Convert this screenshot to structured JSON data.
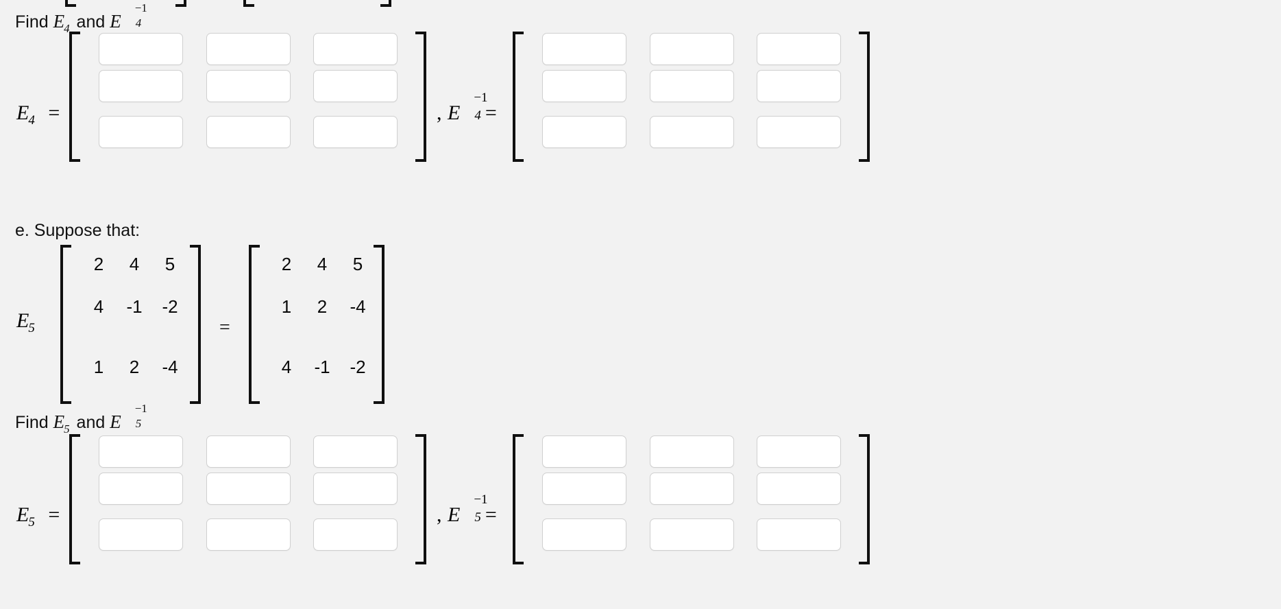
{
  "page": {
    "background_color": "#f2f2f2",
    "bracket_color": "#101010",
    "input_border_color": "#d0d0d0",
    "input_fill_color": "#ffffff"
  },
  "sections": {
    "find_e4": {
      "prompt_prefix": "Find",
      "prompt_var1": "E",
      "prompt_var1_sub": "4",
      "prompt_conjunction": "and",
      "prompt_var2": "E",
      "prompt_var2_sub": "4",
      "prompt_var2_sup": "−1",
      "left_label_var": "E",
      "left_label_sub": "4",
      "left_label_eq": "=",
      "right_label_comma": ",",
      "right_label_var": "E",
      "right_label_sub": "4",
      "right_label_sup": "−1",
      "right_label_eq": "=",
      "rows": 3,
      "cols": 3,
      "answer_values": [
        [
          "",
          "",
          ""
        ],
        [
          "",
          "",
          ""
        ],
        [
          "",
          "",
          ""
        ]
      ],
      "inverse_answer_values": [
        [
          "",
          "",
          ""
        ],
        [
          "",
          "",
          ""
        ],
        [
          "",
          "",
          ""
        ]
      ]
    },
    "suppose_e5": {
      "heading": "e. Suppose that:",
      "label_var": "E",
      "label_sub": "5",
      "equals_sign": "=",
      "matrix_left": {
        "rows": [
          [
            "2",
            "4",
            "5"
          ],
          [
            "4",
            "-1",
            "-2"
          ],
          [
            "1",
            "2",
            "-4"
          ]
        ]
      },
      "matrix_right": {
        "rows": [
          [
            "2",
            "4",
            "5"
          ],
          [
            "1",
            "2",
            "-4"
          ],
          [
            "4",
            "-1",
            "-2"
          ]
        ]
      }
    },
    "find_e5": {
      "prompt_prefix": "Find",
      "prompt_var1": "E",
      "prompt_var1_sub": "5",
      "prompt_conjunction": "and",
      "prompt_var2": "E",
      "prompt_var2_sub": "5",
      "prompt_var2_sup": "−1",
      "left_label_var": "E",
      "left_label_sub": "5",
      "left_label_eq": "=",
      "right_label_comma": ",",
      "right_label_var": "E",
      "right_label_sub": "5",
      "right_label_sup": "−1",
      "right_label_eq": "=",
      "rows": 3,
      "cols": 3,
      "answer_values": [
        [
          "",
          "",
          ""
        ],
        [
          "",
          "",
          ""
        ],
        [
          "",
          "",
          ""
        ]
      ],
      "inverse_answer_values": [
        [
          "",
          "",
          ""
        ],
        [
          "",
          "",
          ""
        ],
        [
          "",
          "",
          ""
        ]
      ]
    }
  }
}
